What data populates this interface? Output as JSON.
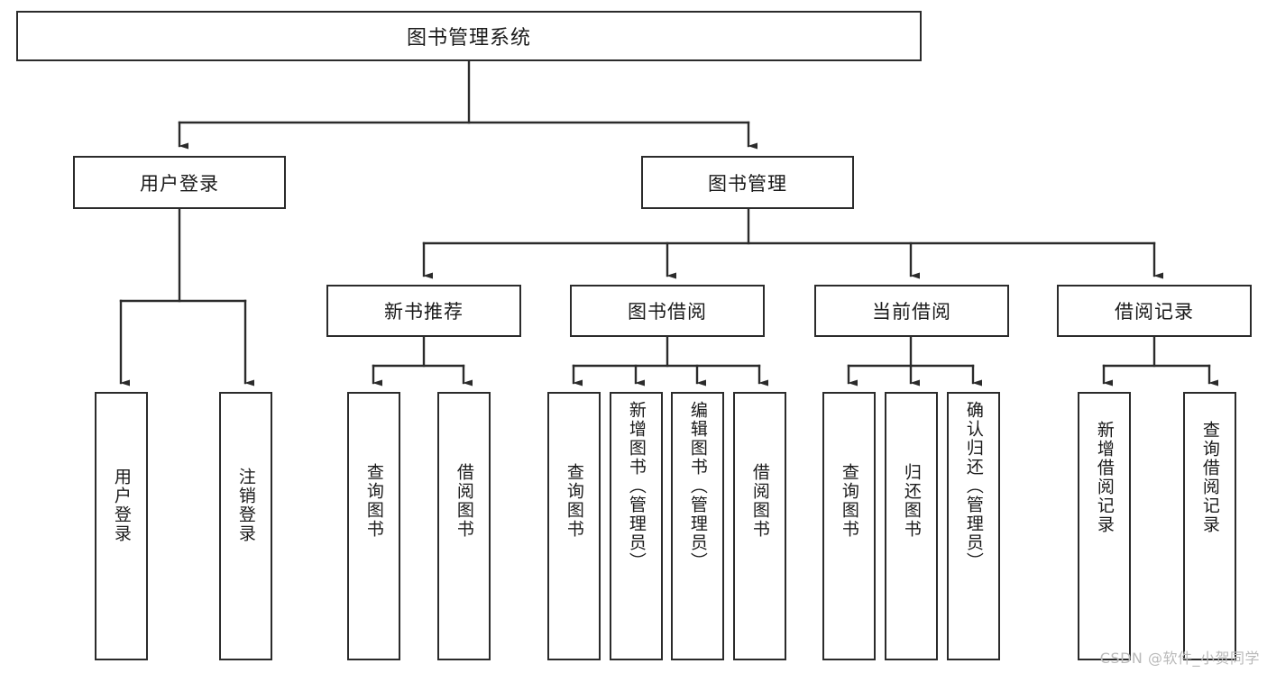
{
  "diagram": {
    "title": "图书管理系统",
    "watermark": "CSDN @软件_小贺同学",
    "line_color": "#2b2b2b",
    "box_fill": "#ffffff",
    "text_color": "#1a1a1a"
  },
  "nodes": {
    "root": {
      "label": "图书管理系统"
    },
    "level2": [
      {
        "id": "user-login",
        "label": "用户登录"
      },
      {
        "id": "book-manage",
        "label": "图书管理"
      }
    ],
    "level3": [
      {
        "id": "new-book-recommend",
        "label": "新书推荐"
      },
      {
        "id": "book-borrow",
        "label": "图书借阅"
      },
      {
        "id": "current-borrow",
        "label": "当前借阅"
      },
      {
        "id": "borrow-record",
        "label": "借阅记录"
      }
    ],
    "leaves": {
      "user-login": [
        {
          "id": "leaf-user-login",
          "label": "用户登录"
        },
        {
          "id": "leaf-logout-login",
          "label": "注销登录"
        }
      ],
      "new-book-recommend": [
        {
          "id": "leaf-query-book-1",
          "label": "查询图书"
        },
        {
          "id": "leaf-borrow-book-1",
          "label": "借阅图书"
        }
      ],
      "book-borrow": [
        {
          "id": "leaf-query-book-2",
          "label": "查询图书"
        },
        {
          "id": "leaf-add-book",
          "label": "新增图书（管理员）"
        },
        {
          "id": "leaf-edit-book",
          "label": "编辑图书（管理员）"
        },
        {
          "id": "leaf-borrow-book-2",
          "label": "借阅图书"
        }
      ],
      "current-borrow": [
        {
          "id": "leaf-query-book-3",
          "label": "查询图书"
        },
        {
          "id": "leaf-return-book",
          "label": "归还图书"
        },
        {
          "id": "leaf-confirm-return",
          "label": "确认归还（管理员）"
        }
      ],
      "borrow-record": [
        {
          "id": "leaf-add-record",
          "label": "新增借阅记录"
        },
        {
          "id": "leaf-query-record",
          "label": "查询借阅记录"
        }
      ]
    }
  }
}
